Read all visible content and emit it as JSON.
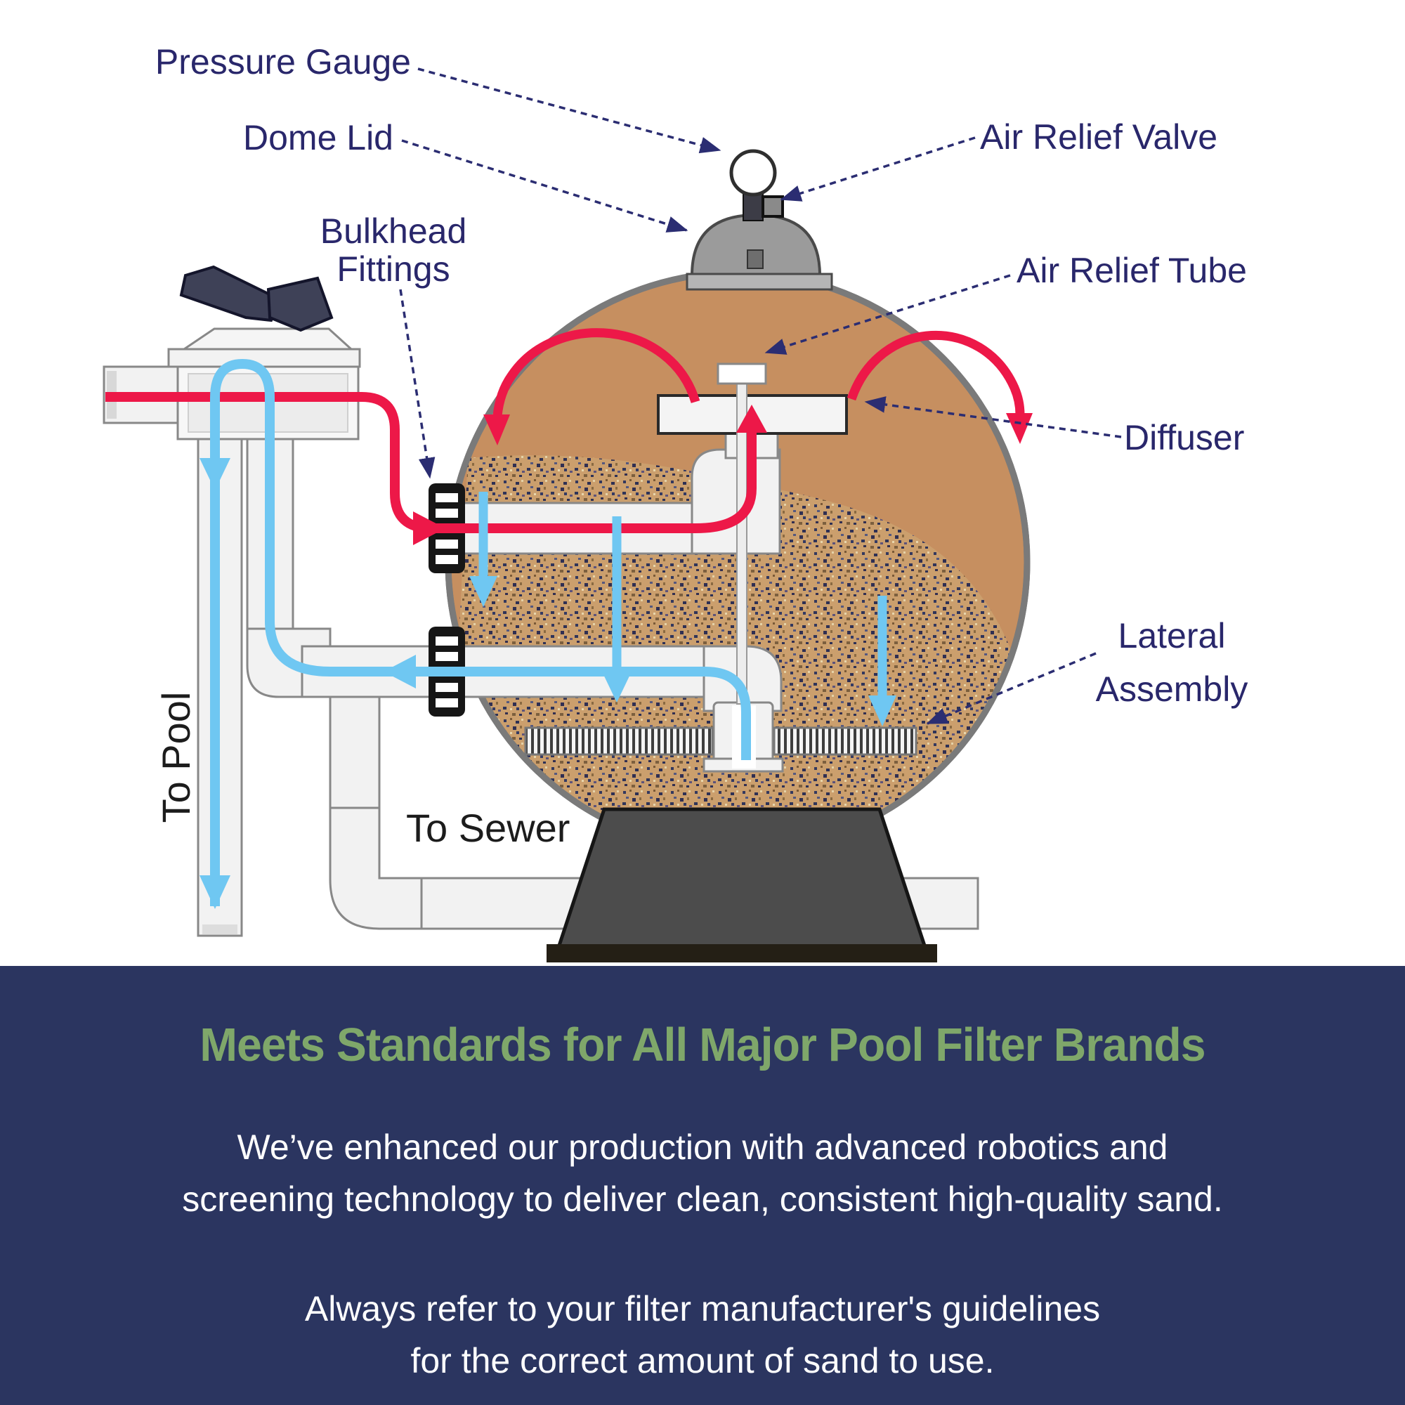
{
  "diagram": {
    "labels": {
      "pressure_gauge": "Pressure Gauge",
      "dome_lid": "Dome Lid",
      "bulkhead_line1": "Bulkhead",
      "bulkhead_line2": "Fittings",
      "air_relief_valve": "Air Relief Valve",
      "air_relief_tube": "Air Relief Tube",
      "diffuser": "Diffuser",
      "lateral_line1": "Lateral",
      "lateral_line2": "Assembly",
      "to_pool": "To Pool",
      "to_sewer": "To Sewer"
    },
    "colors": {
      "tank_tan": "#c68f60",
      "sand_base": "#cb9f6d",
      "flow_in_red": "#ed1848",
      "flow_out_blue": "#6fc7f2",
      "label_navy": "#29276B",
      "pipe_white": "#f2f2f2",
      "dome_gray": "#9b9b9b",
      "base_gray": "#4c4c4c"
    }
  },
  "info_panel": {
    "background": "#2b3560",
    "heading_color": "#7fa76a",
    "heading": "Meets Standards for All Major Pool Filter Brands",
    "paragraph1_line1": "We’ve enhanced our production with advanced robotics and",
    "paragraph1_line2": "screening technology to deliver clean, consistent high-quality sand.",
    "paragraph2_line1": "Always refer to your filter manufacturer's guidelines",
    "paragraph2_line2": "for the correct amount of sand to use."
  }
}
